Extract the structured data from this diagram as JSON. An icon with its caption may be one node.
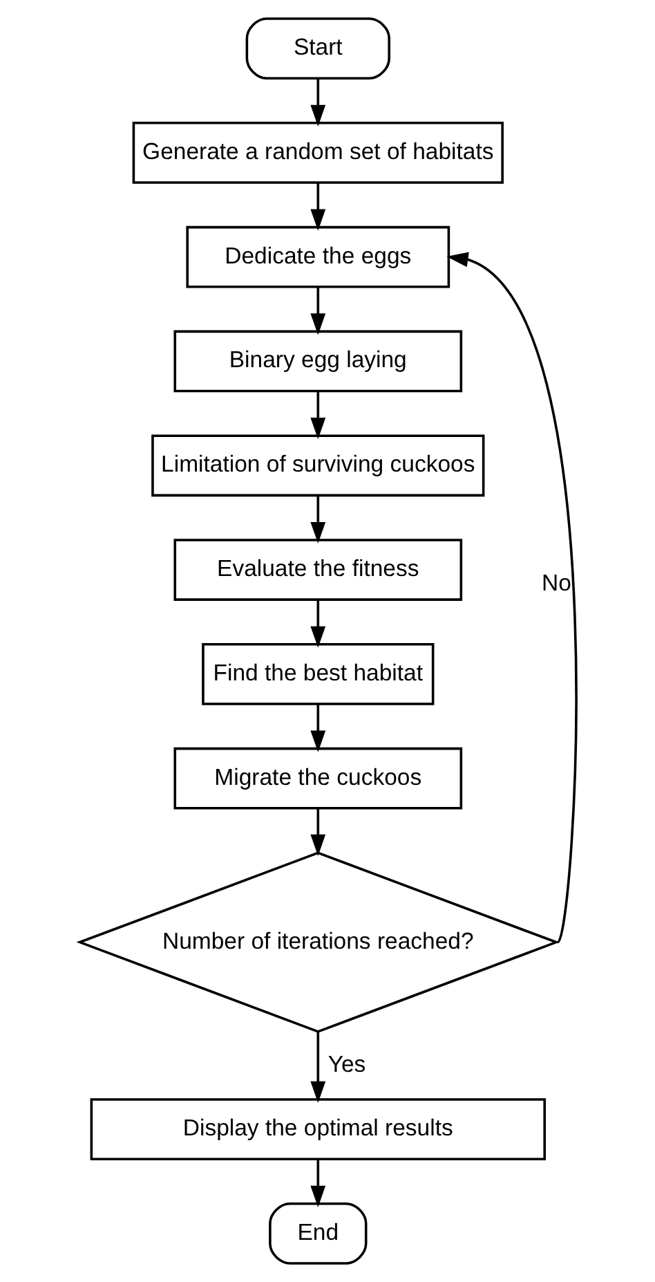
{
  "diagram": {
    "nodes": [
      {
        "text": [
          "Start"
        ]
      },
      {
        "text": [
          "Generate a random set of habitats"
        ]
      },
      {
        "text": [
          "Dedicate the eggs"
        ]
      },
      {
        "text": [
          "Binary egg laying"
        ]
      },
      {
        "text": [
          "Limitation of surviving cuckoos"
        ]
      },
      {
        "text": [
          "Evaluate the fitness"
        ]
      },
      {
        "text": [
          "Find the best habitat"
        ]
      },
      {
        "text": [
          "Migrate the cuckoos"
        ]
      },
      {
        "text": [
          "Number of iterations reached?"
        ]
      },
      {
        "text": [
          "Display the optimal results"
        ]
      },
      {
        "text": [
          "End"
        ]
      }
    ],
    "edges": [
      {
        "from": 0,
        "to": 1,
        "arrow": "to"
      },
      {
        "from": 1,
        "to": 2,
        "arrow": "to"
      },
      {
        "from": 2,
        "to": 3,
        "arrow": "to"
      },
      {
        "from": 3,
        "to": 4,
        "arrow": "to"
      },
      {
        "from": 4,
        "to": 5,
        "arrow": "to"
      },
      {
        "from": 5,
        "to": 6,
        "arrow": "to"
      },
      {
        "from": 6,
        "to": 7,
        "arrow": "to"
      },
      {
        "from": 7,
        "to": 8,
        "arrow": "to"
      },
      {
        "from": 8,
        "to": 2,
        "arrow": "to",
        "label": "No"
      },
      {
        "from": 8,
        "to": 9,
        "arrow": "to",
        "label": "Yes"
      },
      {
        "from": 9,
        "to": 10,
        "arrow": "to"
      }
    ]
  }
}
